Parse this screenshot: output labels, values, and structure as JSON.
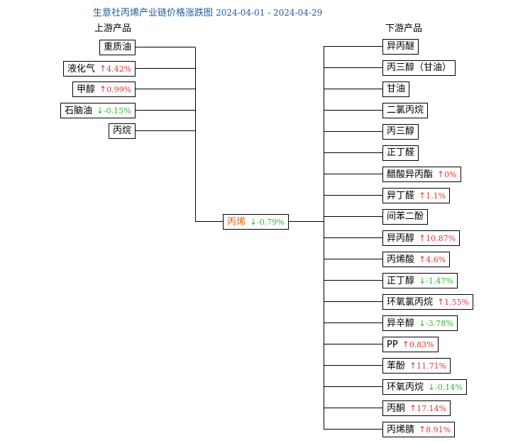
{
  "title": {
    "main": "生意社丙烯产业链价格涨跌图",
    "date_range": "2024-04-01 - 2024-04-29"
  },
  "upstream_heading": "上游产品",
  "downstream_heading": "下游产品",
  "colors": {
    "up": "#e63232",
    "down": "#2fb52f",
    "center": "#d9650b",
    "title": "#1f5c99"
  },
  "center": {
    "name": "丙烯",
    "arrow": "↓",
    "change": "-0.79%",
    "dir": "down"
  },
  "upstream": [
    {
      "name": "重质油",
      "arrow": "",
      "change": "",
      "dir": ""
    },
    {
      "name": "液化气",
      "arrow": "↑",
      "change": "4.42%",
      "dir": "up"
    },
    {
      "name": "甲醇",
      "arrow": "↑",
      "change": "0.99%",
      "dir": "up"
    },
    {
      "name": "石脑油",
      "arrow": "↓",
      "change": "-0.15%",
      "dir": "down"
    },
    {
      "name": "丙烷",
      "arrow": "",
      "change": "",
      "dir": ""
    }
  ],
  "downstream": [
    {
      "name": "异丙醚",
      "arrow": "",
      "change": "",
      "dir": ""
    },
    {
      "name": "丙三醇（甘油）",
      "arrow": "",
      "change": "",
      "dir": ""
    },
    {
      "name": "甘油",
      "arrow": "",
      "change": "",
      "dir": ""
    },
    {
      "name": "二氯丙烷",
      "arrow": "",
      "change": "",
      "dir": ""
    },
    {
      "name": "丙三醇",
      "arrow": "",
      "change": "",
      "dir": ""
    },
    {
      "name": "正丁醛",
      "arrow": "",
      "change": "",
      "dir": ""
    },
    {
      "name": "醋酸异丙酯",
      "arrow": "↑",
      "change": "0%",
      "dir": "up"
    },
    {
      "name": "异丁醛",
      "arrow": "↑",
      "change": "1.1%",
      "dir": "up"
    },
    {
      "name": "间苯二酚",
      "arrow": "",
      "change": "",
      "dir": ""
    },
    {
      "name": "异丙醇",
      "arrow": "↑",
      "change": "10.87%",
      "dir": "up"
    },
    {
      "name": "丙烯酸",
      "arrow": "↑",
      "change": "4.6%",
      "dir": "up"
    },
    {
      "name": "正丁醇",
      "arrow": "↓",
      "change": "-1.47%",
      "dir": "down"
    },
    {
      "name": "环氧氯丙烷",
      "arrow": "↑",
      "change": "1.55%",
      "dir": "up"
    },
    {
      "name": "异辛醇",
      "arrow": "↓",
      "change": "-3.78%",
      "dir": "down"
    },
    {
      "name": "PP",
      "arrow": "↑",
      "change": "0.83%",
      "dir": "up"
    },
    {
      "name": "苯酚",
      "arrow": "↑",
      "change": "11.71%",
      "dir": "up"
    },
    {
      "name": "环氧丙烷",
      "arrow": "↓",
      "change": "-0.14%",
      "dir": "down"
    },
    {
      "name": "丙酮",
      "arrow": "↑",
      "change": "17.14%",
      "dir": "up"
    },
    {
      "name": "丙烯腈",
      "arrow": "↑",
      "change": "8.91%",
      "dir": "up"
    }
  ]
}
